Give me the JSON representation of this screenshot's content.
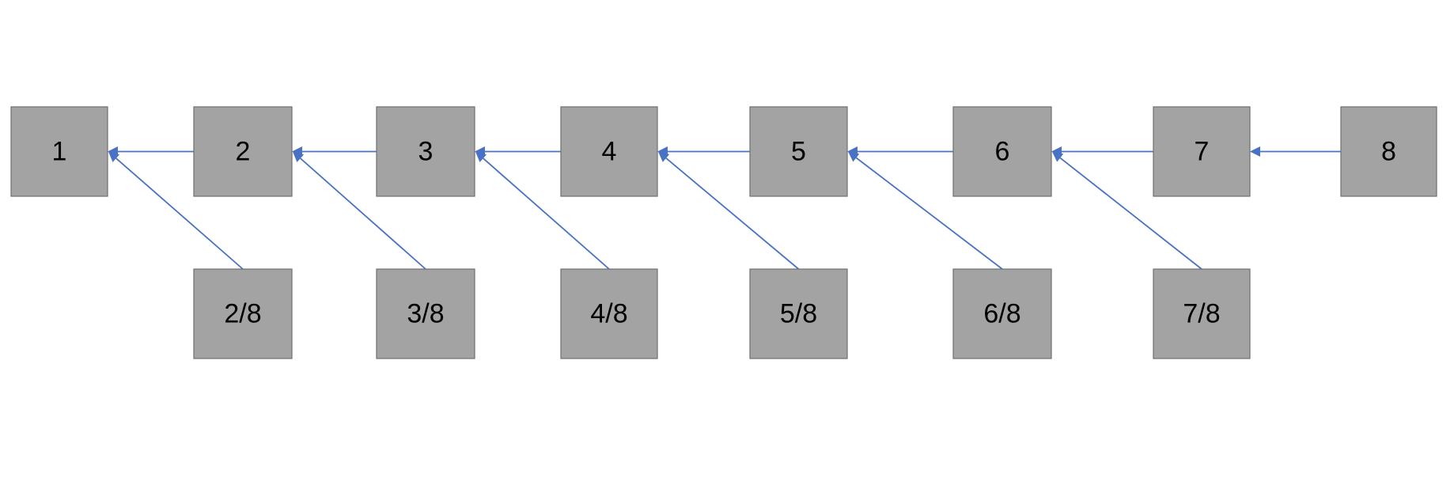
{
  "colors": {
    "node_fill": "#a3a3a3",
    "node_border": "#6f6f6f",
    "edge": "#4a72c4",
    "text": "#000000",
    "background": "#ffffff"
  },
  "nodes": {
    "n1": "1",
    "n2": "2",
    "n3": "3",
    "n4": "4",
    "n5": "5",
    "n6": "6",
    "n7": "7",
    "n8": "8",
    "f2": "2/8",
    "f3": "3/8",
    "f4": "4/8",
    "f5": "5/8",
    "f6": "6/8",
    "f7": "7/8"
  },
  "edges": [
    {
      "from": "n2",
      "to": "n1"
    },
    {
      "from": "n3",
      "to": "n2"
    },
    {
      "from": "n4",
      "to": "n3"
    },
    {
      "from": "n5",
      "to": "n4"
    },
    {
      "from": "n6",
      "to": "n5"
    },
    {
      "from": "n7",
      "to": "n6"
    },
    {
      "from": "n8",
      "to": "n7"
    },
    {
      "from": "f2",
      "to": "n1"
    },
    {
      "from": "f3",
      "to": "n2"
    },
    {
      "from": "f4",
      "to": "n3"
    },
    {
      "from": "f5",
      "to": "n4"
    },
    {
      "from": "f6",
      "to": "n5"
    },
    {
      "from": "f7",
      "to": "n6"
    }
  ]
}
